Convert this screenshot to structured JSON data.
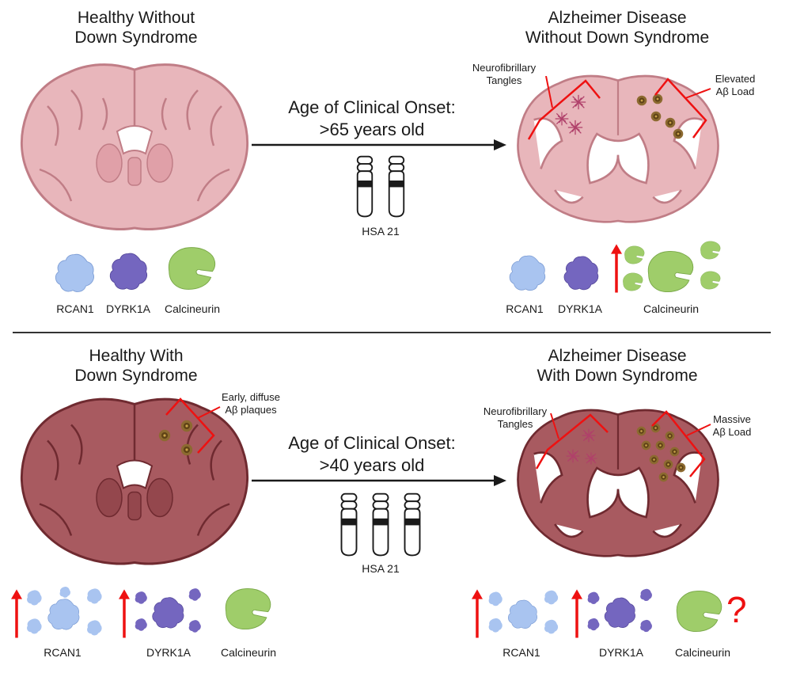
{
  "panels": {
    "top_left": {
      "title_line1": "Healthy Without",
      "title_line2": "Down Syndrome"
    },
    "top_right": {
      "title_line1": "Alzheimer Disease",
      "title_line2": "Without Down Syndrome",
      "annot_tangles_1": "Neurofibrillary",
      "annot_tangles_2": "Tangles",
      "annot_load_1": "Elevated",
      "annot_load_2": "Aβ Load"
    },
    "bottom_left": {
      "title_line1": "Healthy With",
      "title_line2": "Down Syndrome",
      "annot_plaques_1": "Early, diffuse",
      "annot_plaques_2": "Aβ plaques"
    },
    "bottom_right": {
      "title_line1": "Alzheimer Disease",
      "title_line2": "With Down Syndrome",
      "annot_tangles_1": "Neurofibrillary",
      "annot_tangles_2": "Tangles",
      "annot_load_1": "Massive",
      "annot_load_2": "Aβ Load"
    }
  },
  "transitions": {
    "top": {
      "line1": "Age of Clinical Onset:",
      "line2": ">65 years old",
      "chromosome_label": "HSA 21",
      "chromosome_copies": 2
    },
    "bottom": {
      "line1": "Age of Clinical Onset:",
      "line2": ">40 years old",
      "chromosome_label": "HSA 21",
      "chromosome_copies": 3
    }
  },
  "proteins": {
    "rcan1": "RCAN1",
    "dyrk1a": "DYRK1A",
    "calcineurin": "Calcineurin",
    "unknown_mark": "?"
  },
  "colors": {
    "healthy_brain": "#e8b6bb",
    "healthy_brain_line": "#c07d86",
    "ds_brain": "#a85a60",
    "ds_brain_line": "#6f2a30",
    "rcan1": "#a9c4f0",
    "dyrk1a": "#7466bf",
    "calcineurin": "#9fcd6a",
    "up_arrow": "#ee1111",
    "bracket": "#ee1111",
    "plaque": "#8c6a30"
  }
}
